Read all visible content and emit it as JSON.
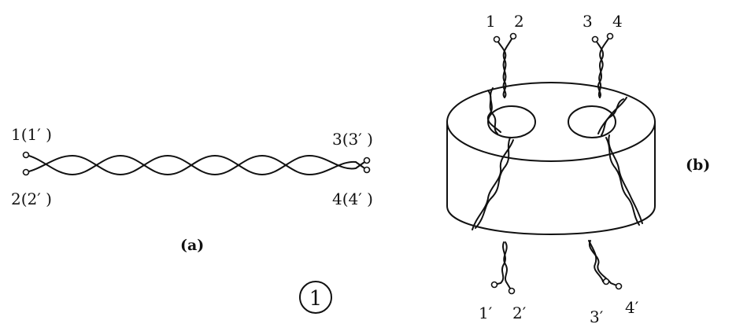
{
  "diagram_a": {
    "label_left_top": "1(1′ )",
    "label_left_bottom": "2(2′ )",
    "label_right_top": "3(3′ )",
    "label_right_bottom": "4(4′ )",
    "caption": "(a)"
  },
  "figure_number": "①",
  "diagram_b": {
    "top_labels": [
      "1",
      "2",
      "3",
      "4"
    ],
    "bottom_labels": [
      "1′",
      "2′",
      "3′",
      "4′"
    ],
    "caption": "(b)"
  }
}
